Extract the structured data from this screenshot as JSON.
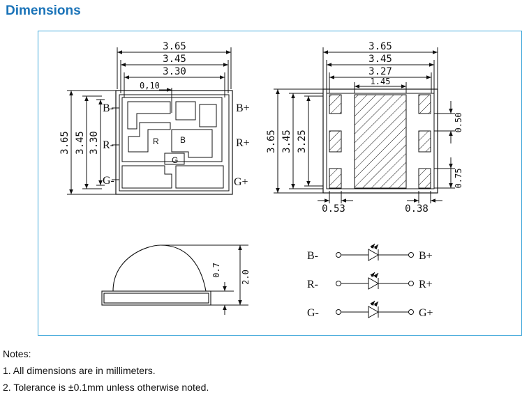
{
  "title": "Dimensions",
  "left_view": {
    "width_dims": [
      "3.65",
      "3.45",
      "3.30"
    ],
    "gap_dim": "0,10",
    "height_dims": [
      "3.65",
      "3.45",
      "3.30"
    ],
    "pins_left": [
      "B-",
      "R-",
      "G-"
    ],
    "pins_right": [
      "B+",
      "R+",
      "G+"
    ],
    "chip_labels": [
      "R",
      "B",
      "G"
    ]
  },
  "right_view": {
    "width_dims": [
      "3.65",
      "3.45",
      "3.27",
      "1.45"
    ],
    "height_dims": [
      "3.65",
      "3.45",
      "3.25"
    ],
    "pad_dims": [
      "0.50",
      "0.75"
    ],
    "bottom_dims": [
      "0.53",
      "0.38"
    ]
  },
  "side_view": {
    "dims": [
      "0.7",
      "2.0"
    ]
  },
  "schematic": {
    "left_pins": [
      "B-",
      "R-",
      "G-"
    ],
    "right_pins": [
      "B+",
      "R+",
      "G+"
    ]
  },
  "notes": {
    "heading": "Notes:",
    "items": [
      "1. All dimensions are in millimeters.",
      "2. Tolerance is ±0.1mm unless otherwise noted."
    ]
  }
}
